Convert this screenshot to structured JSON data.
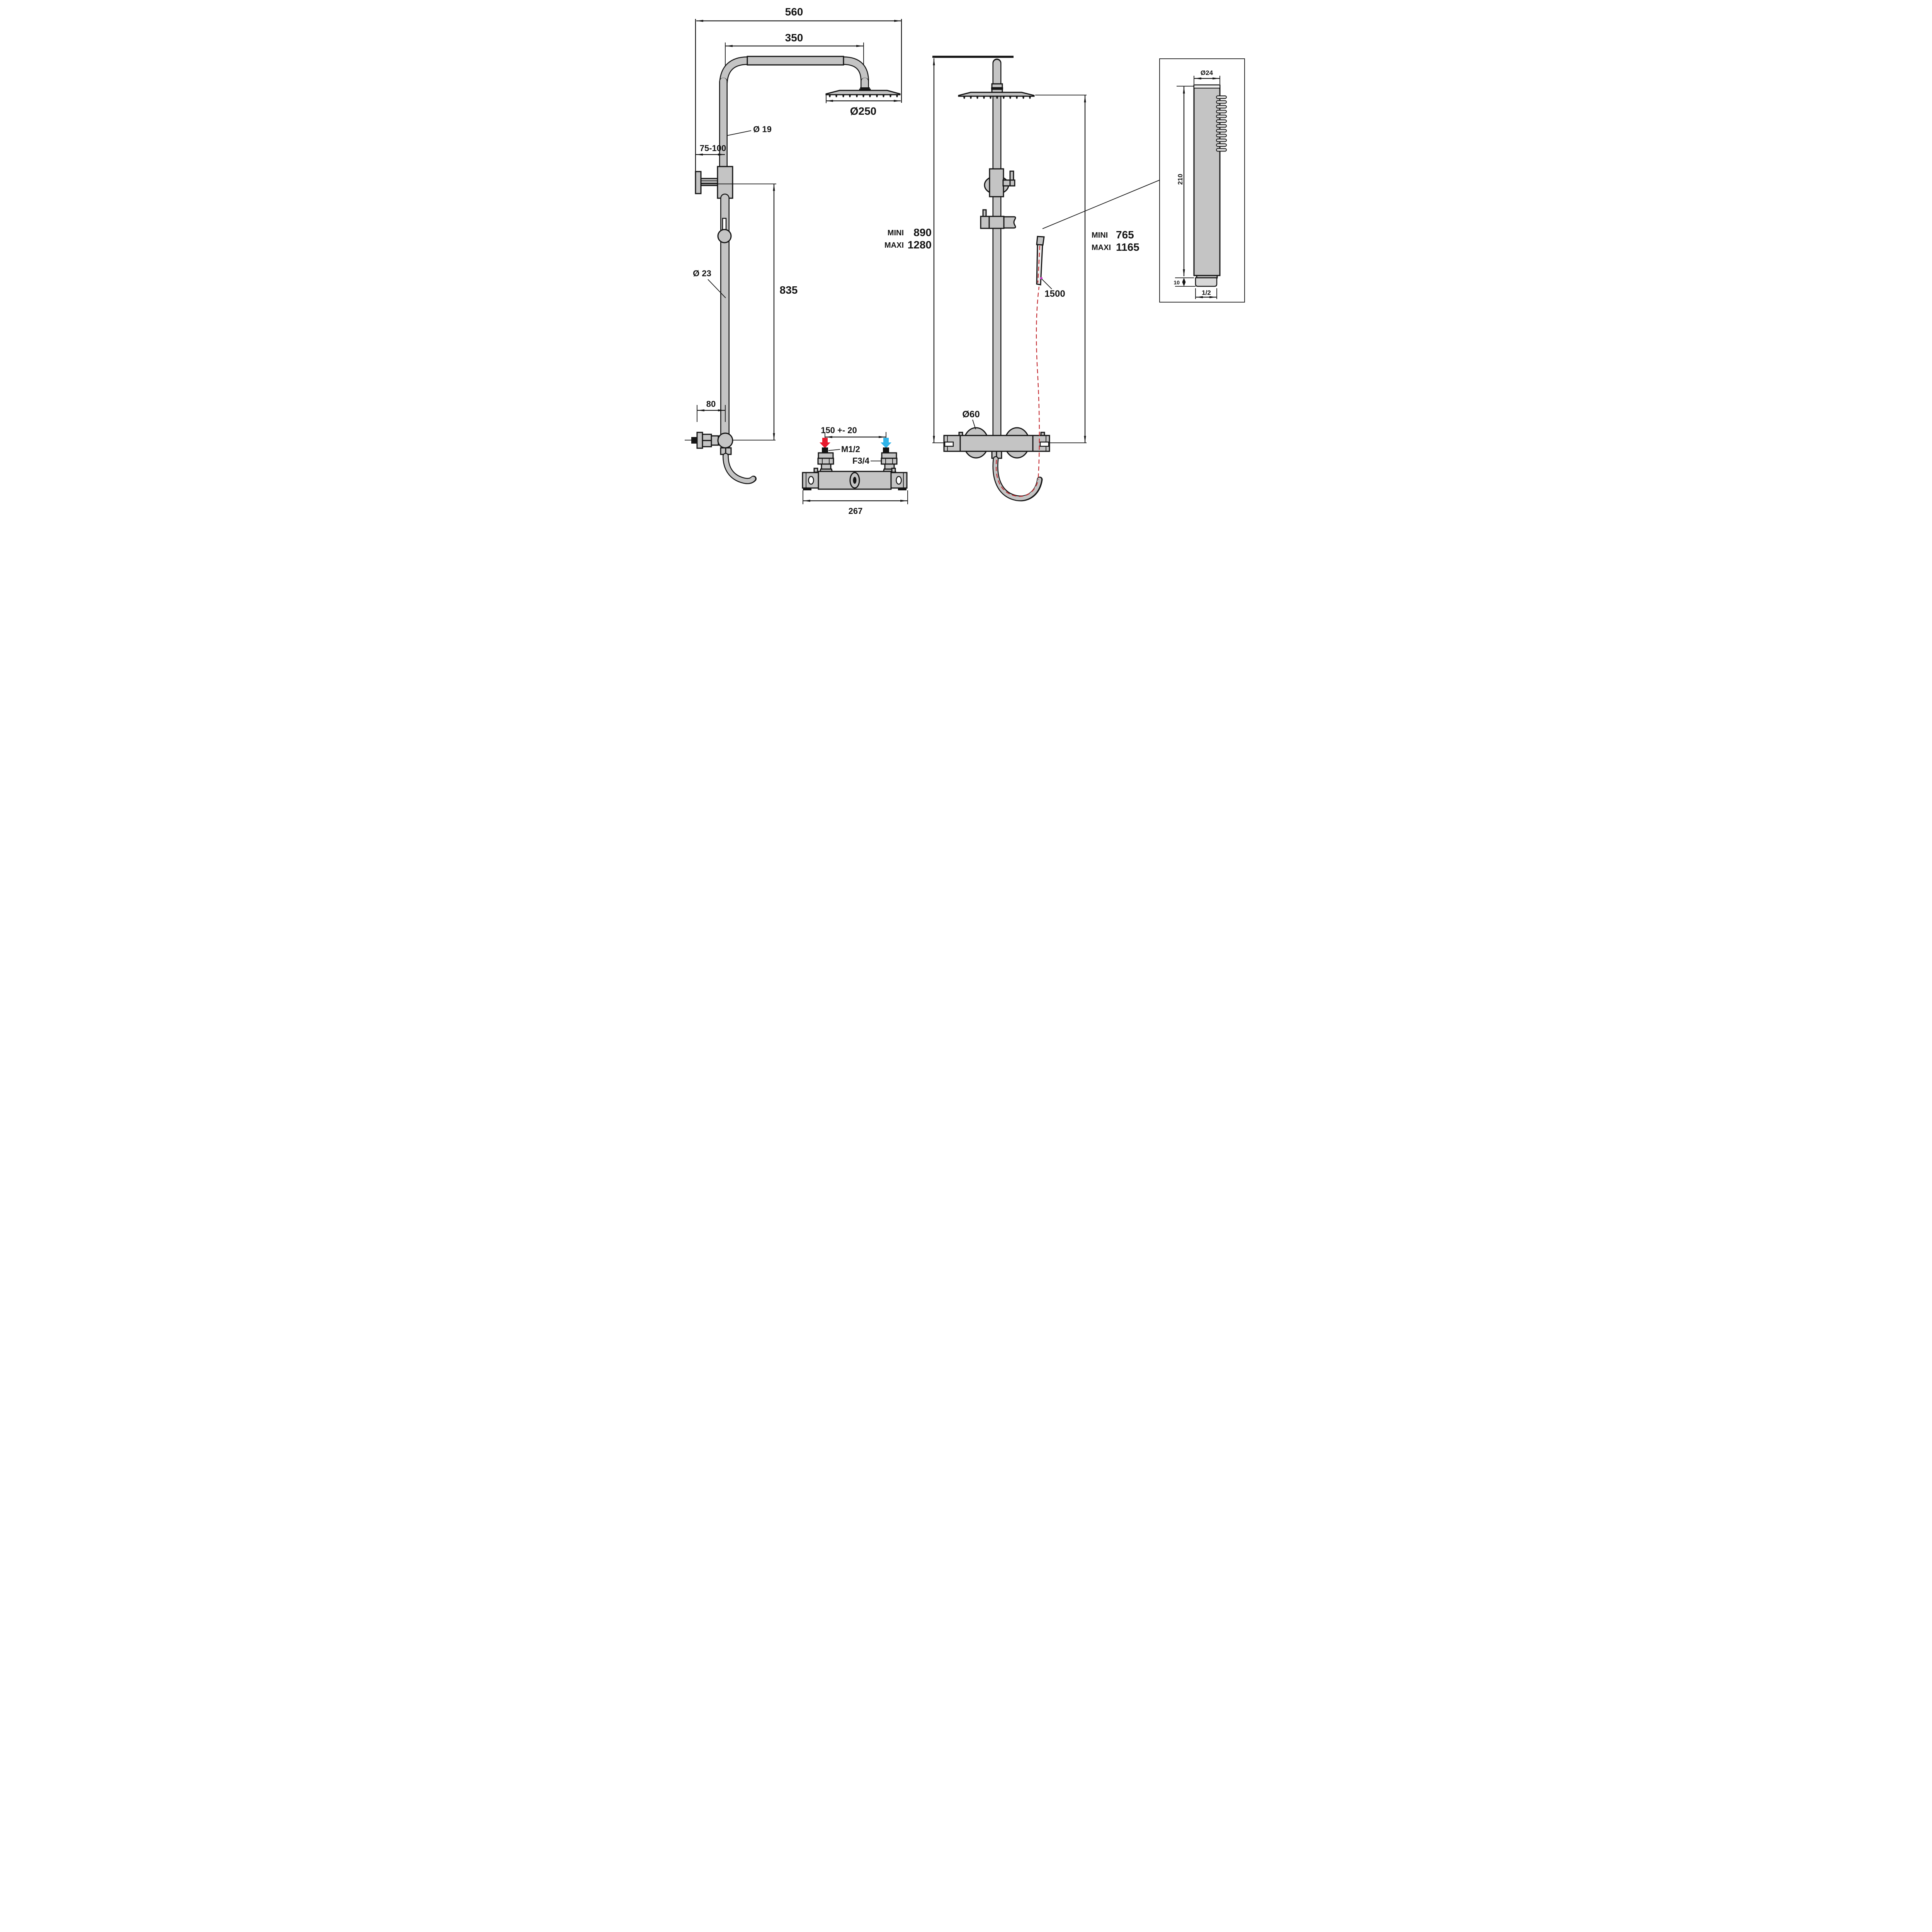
{
  "left_view": {
    "width_top": "560",
    "width_arm": "350",
    "head_diameter": "Ø250",
    "riser_diameter": "Ø 19",
    "wall_offset": "75-100",
    "column_diameter": "Ø 23",
    "column_height": "835",
    "spout_offset": "80"
  },
  "valve_detail": {
    "inlet_spacing": "150 +- 20",
    "hot_thread": "M1/2",
    "cold_thread": "F3/4",
    "body_width": "267"
  },
  "front_view": {
    "mini_label": "MINI",
    "maxi_label": "MAXI",
    "overall_min": "890",
    "overall_max": "1280",
    "head_min": "765",
    "head_max": "1165",
    "knob_diameter": "Ø60",
    "hose_length": "1500"
  },
  "handset_detail": {
    "diameter": "Ø24",
    "body_length": "210",
    "collar_length": "10",
    "thread": "1/2"
  },
  "colors": {
    "hot": "#e8192c",
    "cold": "#2fb4e9",
    "hose_line": "#c2272d",
    "leader_dot": "#cc33cc"
  }
}
